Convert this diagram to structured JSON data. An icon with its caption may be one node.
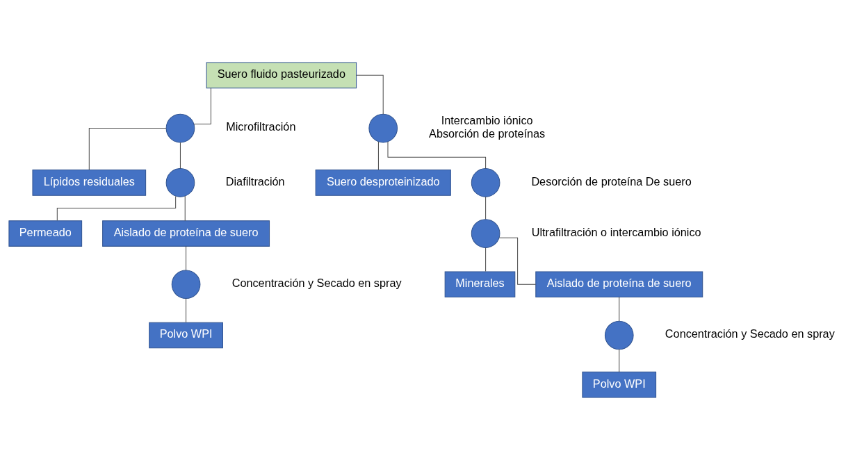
{
  "diagram": {
    "nodes": [
      {
        "text": [
          "Suero fluido pasteurizado"
        ]
      },
      {
        "text": [],
        "shape": "circle",
        "beside": [
          "Microfiltración"
        ]
      },
      {
        "text": [],
        "shape": "circle",
        "beside": [
          "Intercambio iónico",
          "Absorción de proteínas"
        ]
      },
      {
        "text": [
          "Lípidos residuales"
        ]
      },
      {
        "text": [],
        "shape": "circle",
        "beside": [
          "Diafiltración"
        ]
      },
      {
        "text": [
          "Permeado"
        ]
      },
      {
        "text": [
          "Aislado de proteína de suero"
        ]
      },
      {
        "text": [],
        "shape": "circle",
        "beside": [
          "Concentración y Secado en spray"
        ]
      },
      {
        "text": [
          "Polvo WPI"
        ]
      },
      {
        "text": [
          "Suero desproteinizado"
        ]
      },
      {
        "text": [],
        "shape": "circle",
        "beside": [
          "Desorción de proteína De suero"
        ]
      },
      {
        "text": [],
        "shape": "circle",
        "beside": [
          "Ultrafiltración o intercambio iónico"
        ]
      },
      {
        "text": [
          "Minerales"
        ]
      },
      {
        "text": [
          "Aislado de proteína de suero"
        ]
      },
      {
        "text": [],
        "shape": "circle",
        "beside": [
          "Concentración y Secado en spray"
        ]
      },
      {
        "text": [
          "Polvo WPI"
        ]
      }
    ],
    "edges": [
      {
        "from": 0,
        "to": 1,
        "arrow": "none"
      },
      {
        "from": 0,
        "to": 2,
        "arrow": "none"
      },
      {
        "from": 1,
        "to": 3,
        "arrow": "none"
      },
      {
        "from": 1,
        "to": 4,
        "arrow": "none"
      },
      {
        "from": 4,
        "to": 5,
        "arrow": "none"
      },
      {
        "from": 4,
        "to": 6,
        "arrow": "none"
      },
      {
        "from": 6,
        "to": 7,
        "arrow": "none"
      },
      {
        "from": 7,
        "to": 8,
        "arrow": "none"
      },
      {
        "from": 2,
        "to": 9,
        "arrow": "none"
      },
      {
        "from": 2,
        "to": 10,
        "arrow": "none"
      },
      {
        "from": 10,
        "to": 11,
        "arrow": "none"
      },
      {
        "from": 11,
        "to": 12,
        "arrow": "none"
      },
      {
        "from": 11,
        "to": 13,
        "arrow": "none"
      },
      {
        "from": 13,
        "to": 14,
        "arrow": "none"
      },
      {
        "from": 14,
        "to": 15,
        "arrow": "none"
      }
    ]
  }
}
